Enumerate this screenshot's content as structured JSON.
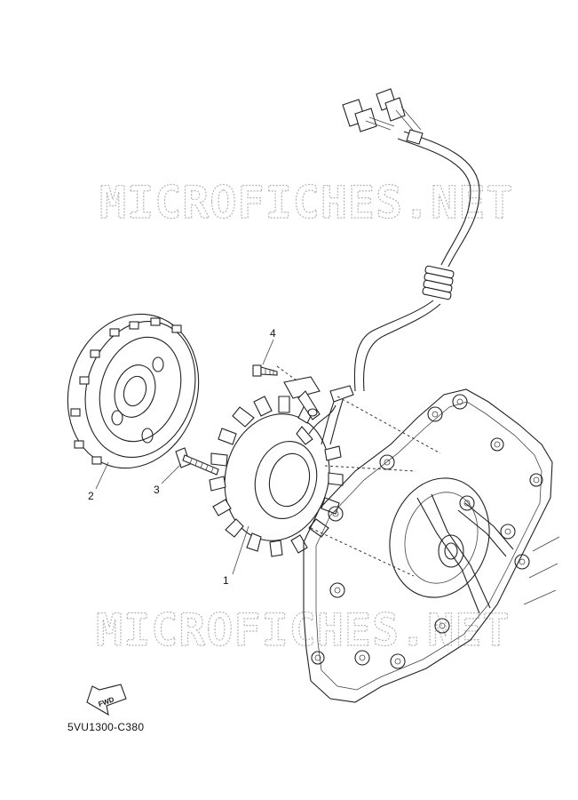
{
  "diagram": {
    "watermark_text": "MICROFICHES.NET",
    "part_code": "5VU1300-C380",
    "fwd_label": "FWD",
    "callouts": [
      {
        "id": "1",
        "label": "1"
      },
      {
        "id": "2",
        "label": "2"
      },
      {
        "id": "3",
        "label": "3"
      },
      {
        "id": "4",
        "label": "4"
      }
    ]
  },
  "colors": {
    "line": "#222222",
    "watermark_outline": "#b5b5b5",
    "background": "#ffffff"
  }
}
